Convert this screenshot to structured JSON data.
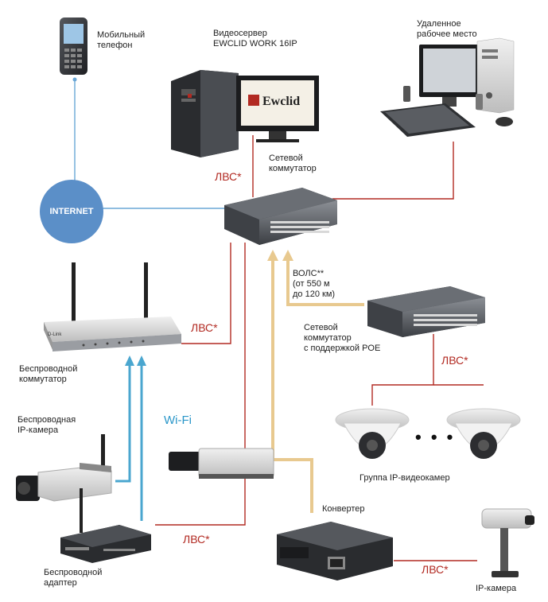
{
  "labels": {
    "mobile_phone": "Мобильный\nтелефон",
    "video_server": "Видеосервер\nEWCLID WORK 16IP",
    "remote_workstation": "Удаленное\nрабочее место",
    "internet": "INTERNET",
    "network_switch": "Сетевой\nкоммутатор",
    "wireless_switch": "Беспроводной\nкоммутатор",
    "fiber_note": "ВОЛС**\n(от 550 м\nдо 120 км)",
    "poe_switch": "Сетевой\nкоммутатор\nс поддержкой POE",
    "wireless_camera": "Беспроводная\nIP-камера",
    "wifi": "Wi-Fi",
    "camera_group": "Группа IP-видеокамер",
    "converter": "Конвертер",
    "wireless_adapter": "Беспроводной\nадаптер",
    "ip_camera": "IP-камера",
    "ellipsis": "• • •",
    "brand": "Ewclid",
    "router_brand": "D-Link"
  },
  "link_labels": {
    "lan_1": "ЛВС*",
    "lan_2": "ЛВС*",
    "lan_3": "ЛВС*",
    "lan_4": "ЛВС*",
    "lan_5": "ЛВС*"
  },
  "colors": {
    "lan_line": "#b22a22",
    "internet_line": "#6aa7d6",
    "wifi_arrow": "#4aa6cf",
    "fiber_arrow": "#e8c98f",
    "internet_circle": "#5b8fc8"
  },
  "icons": [
    "mobile-phone-icon",
    "server-tower-icon",
    "monitor-icon",
    "desktop-computer-icon",
    "network-switch-icon",
    "wireless-router-icon",
    "poe-switch-icon",
    "dome-camera-icon",
    "box-camera-icon",
    "wireless-camera-icon",
    "wireless-adapter-icon",
    "media-converter-icon",
    "ip-camera-icon"
  ]
}
